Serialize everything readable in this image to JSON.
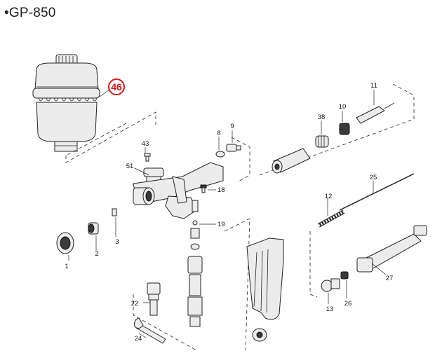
{
  "title": "•GP-850",
  "highlight": {
    "label": "46",
    "color": "#d11a1a"
  },
  "parts": {
    "p1": "1",
    "p2": "2",
    "p3": "3",
    "p8": "8",
    "p9": "9",
    "p10": "10",
    "p11": "11",
    "p12": "12",
    "p13": "13",
    "p18": "18",
    "p19": "19",
    "p22": "22",
    "p24": "24",
    "p25": "25",
    "p26": "26",
    "p27": "27",
    "p38": "38",
    "p43": "43",
    "p51": "51"
  }
}
